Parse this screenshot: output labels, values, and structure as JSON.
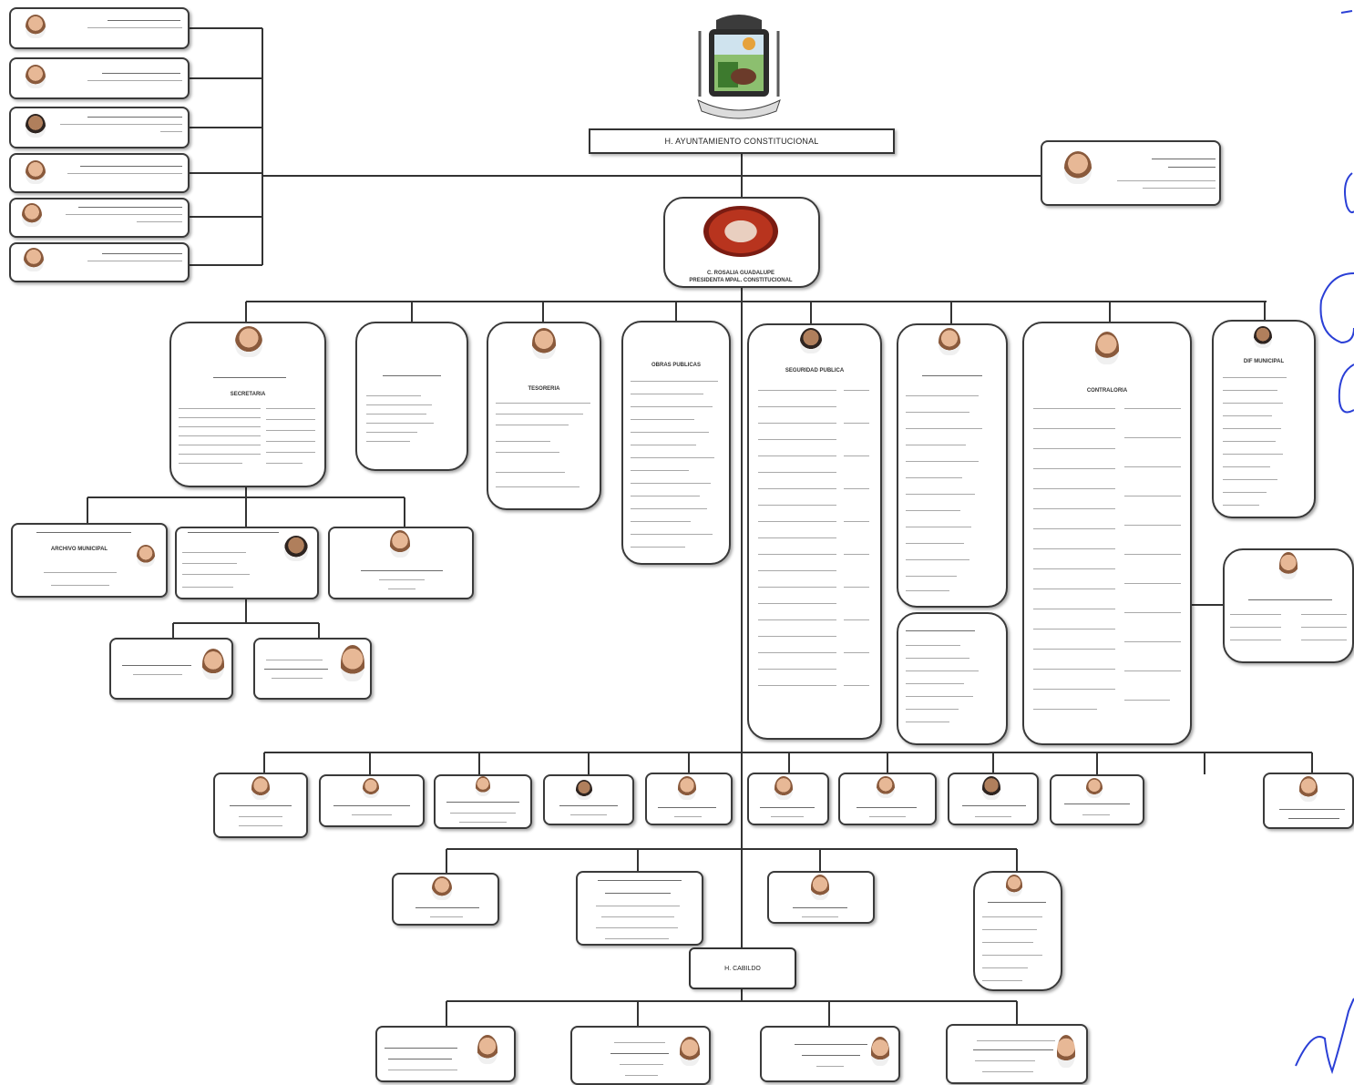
{
  "title": "H. AYUNTAMIENTO CONSTITUCIONAL",
  "president": {
    "name": "C. ROSALIA GUADALUPE",
    "role": "PRESIDENTA MPAL. CONSTITUCIONAL"
  },
  "box_labels": {
    "secretaria": "SECRETARIA",
    "archivo": "ARCHIVO MUNICIPAL",
    "dif": "DIF MUNICIPAL",
    "tesoreria": "TESORERIA",
    "seguridad": "SEGURIDAD PUBLICA",
    "obras": "OBRAS PUBLICAS",
    "contraloria": "CONTRALORIA",
    "pleno": "H. CABILDO"
  },
  "colors": {
    "line": "#333333",
    "box_border": "#3a3a3a",
    "president_frame": "#b8341e",
    "signature": "#2a3fd6"
  },
  "icons": [
    "coat-of-arms-seal",
    "person-photo",
    "signature-mark"
  ]
}
